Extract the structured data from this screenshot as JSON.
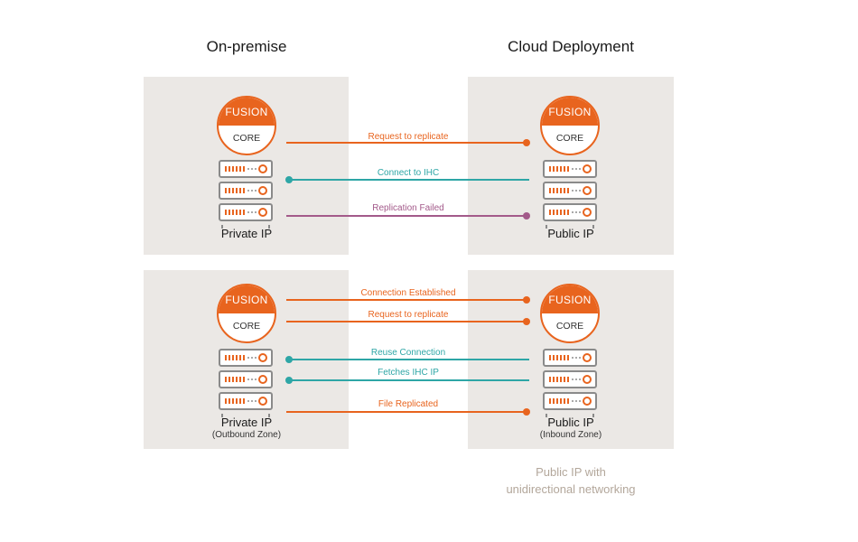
{
  "titles": {
    "left": "On-premise",
    "right": "Cloud Deployment"
  },
  "badge": {
    "top": "FUSION",
    "bottom": "CORE"
  },
  "top_section": {
    "left_label": "Private IP",
    "right_label": "Public IP",
    "connections": [
      {
        "label": "Request to replicate",
        "color": "#e8641e",
        "direction": "left-to-right"
      },
      {
        "label": "Connect to IHC",
        "color": "#2ea6a6",
        "direction": "right-to-left"
      },
      {
        "label": "Replication Failed",
        "color": "#a35a8a",
        "direction": "left-to-right"
      }
    ]
  },
  "bottom_section": {
    "left_label": "Private IP",
    "left_sub": "(Outbound Zone)",
    "right_label": "Public IP",
    "right_sub": "(Inbound Zone)",
    "connections": [
      {
        "label": "Connection Established",
        "color": "#e8641e",
        "direction": "left-to-right"
      },
      {
        "label": "Request to replicate",
        "color": "#e8641e",
        "direction": "left-to-right"
      },
      {
        "label": "Reuse Connection",
        "color": "#2ea6a6",
        "direction": "right-to-left"
      },
      {
        "label": "Fetches IHC IP",
        "color": "#2ea6a6",
        "direction": "right-to-left"
      },
      {
        "label": "File Replicated",
        "color": "#e8641e",
        "direction": "left-to-right"
      }
    ]
  },
  "footnote": {
    "line1": "Public IP with",
    "line2": "unidirectional networking"
  },
  "colors": {
    "accent": "#e8641e",
    "teal": "#2ea6a6",
    "purple": "#a35a8a",
    "panel": "#ebe8e5"
  }
}
